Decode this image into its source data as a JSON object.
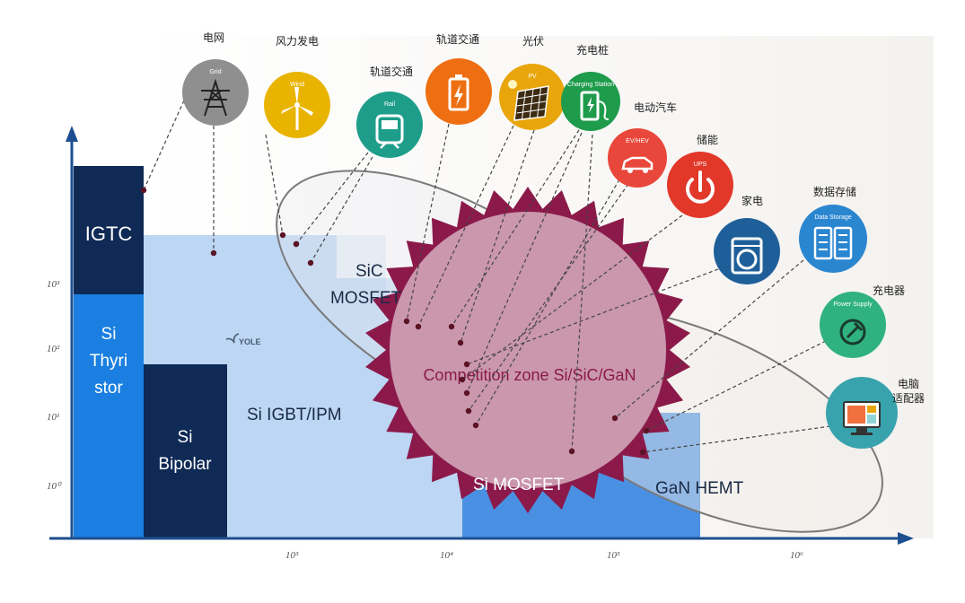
{
  "regions": {
    "igtc": "IGTC",
    "si_thyristor": [
      "Si",
      "Thyri",
      "stor"
    ],
    "si_bipolar": [
      "Si",
      "Bipolar"
    ],
    "si_igbt": "Si IGBT/IPM",
    "sic_mosfet": [
      "SiC",
      "MOSFET"
    ],
    "si_mosfet": "Si MOSFET",
    "gan_hemt": "GaN HEMT",
    "competition": "Competition zone Si/SiC/GaN"
  },
  "watermark": "YOLE",
  "y_ticks": [
    "10³",
    "10²",
    "10¹",
    "10⁰"
  ],
  "x_ticks": [
    "10³",
    "10⁴",
    "10⁵",
    "10⁶"
  ],
  "applications": [
    {
      "label": "电网",
      "title": "Grid",
      "icon": "power-tower-icon",
      "color": "#8f8f8f"
    },
    {
      "label": "风力发电",
      "title": "Wind",
      "icon": "wind-turbine-icon",
      "color": "#e8b400"
    },
    {
      "label": "轨道交通",
      "title": "Rail",
      "icon": "train-icon",
      "color": "#1e9e8a"
    },
    {
      "label": "轨道交通",
      "title": "",
      "icon": "battery-icon",
      "color": "#ee6f12"
    },
    {
      "label": "光伏",
      "title": "PV",
      "icon": "solar-panel-icon",
      "color": "#e8a60c"
    },
    {
      "label": "充电桩",
      "title": "Charging Station",
      "icon": "charging-station-icon",
      "color": "#1f9b4c"
    },
    {
      "label": "电动汽车",
      "title": "EV/HEV",
      "icon": "electric-car-icon",
      "color": "#e9473b"
    },
    {
      "label": "储能",
      "title": "UPS",
      "icon": "power-button-icon",
      "color": "#e2382a"
    },
    {
      "label": "家电",
      "title": "",
      "icon": "washing-machine-icon",
      "color": "#1f5f99"
    },
    {
      "label": "数据存储",
      "title": "Data Storage",
      "icon": "server-icon",
      "color": "#2b86d0"
    },
    {
      "label": "充电器",
      "title": "Power Supply",
      "icon": "power-plug-icon",
      "color": "#2fb27f"
    },
    {
      "label": "电脑\n适配器",
      "title": "",
      "icon": "computer-icon",
      "color": "#39a3ad"
    }
  ],
  "colors": {
    "dark_navy": "#0f2a55",
    "si_blue": "#1a7fe0",
    "light_blue": "#b7d3f2",
    "mid_blue": "#4a90e2",
    "competition": "#8b1a4a",
    "axis": "#1c4f8f"
  }
}
